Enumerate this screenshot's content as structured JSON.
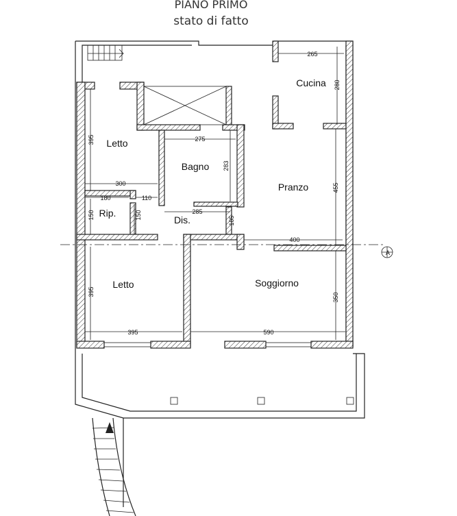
{
  "title": "PIANO PRIMO",
  "subtitle": "stato di fatto",
  "rooms": {
    "cucina": "Cucina",
    "letto_top": "Letto",
    "bagno": "Bagno",
    "pranzo": "Pranzo",
    "rip": "Rip.",
    "dis": "Dis.",
    "letto_bottom": "Letto",
    "soggiorno": "Soggiorno"
  },
  "dimensions": {
    "cucina_w": "265",
    "cucina_h": "280",
    "letto_top_h": "395",
    "bagno_w": "275",
    "bagno_h": "283",
    "letto_top_w": "300",
    "rip_w": "180",
    "rip_w2": "110",
    "dis_w": "285",
    "rip_h_left": "150",
    "rip_h_right": "150",
    "dis_h": "105",
    "pranzo_h": "455",
    "pranzo_w": "400",
    "letto_bottom_h": "395",
    "soggiorno_h": "350",
    "letto_bottom_w": "395",
    "soggiorno_w": "590"
  },
  "section_marker": "A"
}
